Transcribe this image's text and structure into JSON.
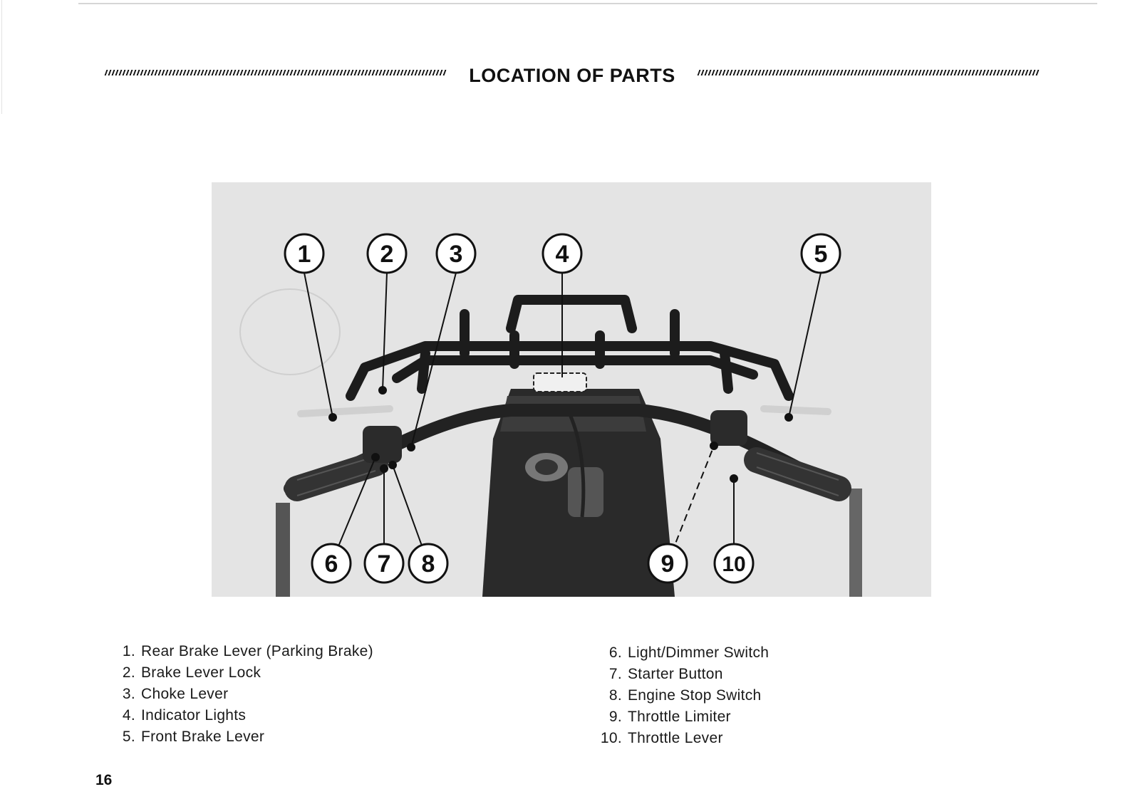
{
  "header": {
    "title": "LOCATION OF PARTS"
  },
  "callouts": [
    "1",
    "2",
    "3",
    "4",
    "5",
    "6",
    "7",
    "8",
    "9",
    "10"
  ],
  "legend_left": [
    {
      "num": "1.",
      "label": "Rear Brake Lever (Parking Brake)"
    },
    {
      "num": "2.",
      "label": "Brake Lever Lock"
    },
    {
      "num": "3.",
      "label": "Choke Lever"
    },
    {
      "num": "4.",
      "label": "Indicator Lights"
    },
    {
      "num": "5.",
      "label": "Front Brake Lever"
    }
  ],
  "legend_right": [
    {
      "num": "6.",
      "label": "Light/Dimmer Switch"
    },
    {
      "num": "7.",
      "label": "Starter Button"
    },
    {
      "num": "8.",
      "label": "Engine Stop Switch"
    },
    {
      "num": "9.",
      "label": "Throttle Limiter"
    },
    {
      "num": "10.",
      "label": "Throttle Lever"
    }
  ],
  "page_number": "16"
}
